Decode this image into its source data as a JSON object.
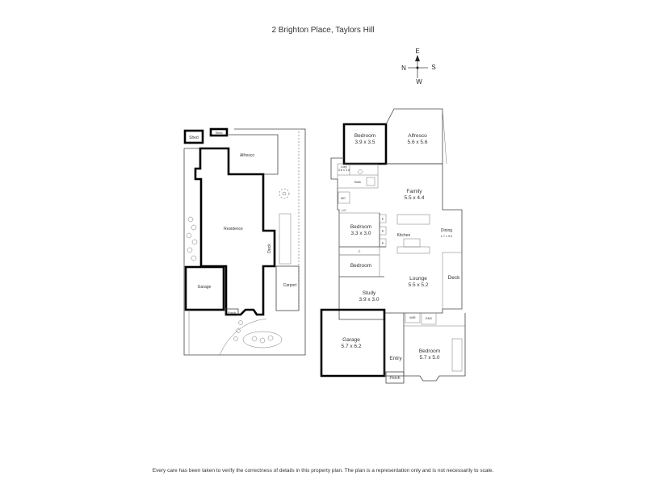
{
  "title": "2 Brighton Place, Taylors Hill",
  "footer": "Every care has been taken to verify the correctness of details in this property plan. The plan is a representation only and is not necessarily to scale.",
  "compass": {
    "e": "E",
    "n": "N",
    "s": "S",
    "w": "W"
  },
  "site_plan": {
    "shed_1": "Shed",
    "shed_2": "Shed",
    "alfresco": "Alfresco",
    "residence": "Residence",
    "deck": "Deck",
    "garage": "Garage",
    "carport": "Carport",
    "porch": "Porch"
  },
  "floor_plan": {
    "bedroom_1": {
      "name": "Bedroom",
      "size": "3.9 x 3.5"
    },
    "alfresco": {
      "name": "Alfresco",
      "size": "5.6 x 5.6"
    },
    "ldry": {
      "name": "Ldry",
      "size": "3.5 x 1.8"
    },
    "bath": "Bath",
    "wc": "WC",
    "lc": "L/C",
    "family": {
      "name": "Family",
      "size": "5.5 x 4.4"
    },
    "bedroom_2": {
      "name": "Bedroom",
      "size": "3.3 x 3.0"
    },
    "kitchen": "Kitchen",
    "dining": {
      "name": "Dining",
      "size": "1.7 x 9.0"
    },
    "pantry": "P",
    "robe": "C",
    "bedroom_3": "Bedroom",
    "lounge": {
      "name": "Lounge",
      "size": "5.5 x 5.2"
    },
    "deck": "Deck",
    "study": {
      "name": "Study",
      "size": "3.9 x 3.0"
    },
    "wir": "WIR",
    "ens": "ENS",
    "garage": {
      "name": "Garage",
      "size": "5.7 x 6.2"
    },
    "entry": "Entry",
    "bedroom_4": {
      "name": "Bedroom",
      "size": "5.7 x 5.0"
    },
    "porch": "Porch"
  }
}
